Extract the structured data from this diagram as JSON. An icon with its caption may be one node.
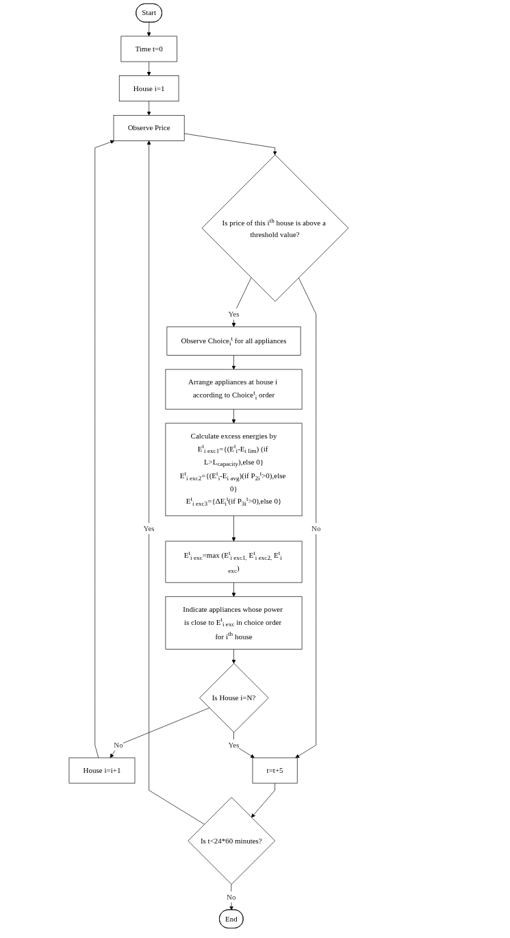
{
  "diagram": {
    "nodes": [
      {
        "text": [
          "Start"
        ]
      },
      {
        "text": [
          "Time t=0"
        ]
      },
      {
        "text": [
          "House i=1"
        ]
      },
      {
        "text": [
          "Observe Price"
        ]
      },
      {
        "text": [
          "Is price of this i$^{th}$ house is above a threshold value?"
        ]
      },
      {
        "text": [
          "Observe Choice$_{i}$$^{t}$ for all appliances"
        ]
      },
      {
        "text": [
          "Arrange appliances at house i according to Choice$^{t}$$_{i}$ order"
        ]
      },
      {
        "text": [
          "Calculate excess energies by",
          "E$^{t}$$_{i exc1}$={(E$^{t}$$_{i}$-E$_{i lim}$) (if L>L$_{capacity}$),else 0}",
          "E$^{t}$$_{i exc2}$={(E$^{t}$$_{i}$-E$_{i avg}$)(if P$_{2i}$$^{t}$>0),else 0}",
          "E$^{t}$$_{i exc3}$={ΔE$_{i}$$^{t}$(if P$_{3i}$$^{t}$>0),else 0}"
        ]
      },
      {
        "text": [
          "E$^{t}$$_{i exc}$=max (E$^{t}$$_{i exc1,}$ E$^{t}$$_{i exc2,}$ E$^{t}$$_{i exc}$)"
        ]
      },
      {
        "text": [
          "Indicate appliances whose power is close to E$^{t}$$_{i exc}$ in choice order for i$^{th}$ house"
        ]
      },
      {
        "text": [
          "Is House i=N?"
        ]
      },
      {
        "text": [
          "House i=i+1"
        ]
      },
      {
        "text": [
          "t=t+5"
        ]
      },
      {
        "text": [
          "Is t<24*60 minutes?"
        ]
      },
      {
        "text": [
          "End"
        ]
      }
    ],
    "edges": [
      {
        "from": 0,
        "to": 1,
        "arrow": "to"
      },
      {
        "from": 1,
        "to": 2,
        "arrow": "to"
      },
      {
        "from": 2,
        "to": 3,
        "arrow": "to"
      },
      {
        "from": 3,
        "to": 4,
        "arrow": "to"
      },
      {
        "from": 4,
        "to": 5,
        "arrow": "to",
        "label": "Yes"
      },
      {
        "from": 4,
        "to": 12,
        "arrow": "to",
        "label": "No"
      },
      {
        "from": 5,
        "to": 6,
        "arrow": "to"
      },
      {
        "from": 6,
        "to": 7,
        "arrow": "to"
      },
      {
        "from": 7,
        "to": 8,
        "arrow": "to"
      },
      {
        "from": 8,
        "to": 9,
        "arrow": "to"
      },
      {
        "from": 9,
        "to": 10,
        "arrow": "to"
      },
      {
        "from": 10,
        "to": 12,
        "arrow": "to",
        "label": "Yes"
      },
      {
        "from": 10,
        "to": 11,
        "arrow": "to",
        "label": "No"
      },
      {
        "from": 11,
        "to": 3,
        "arrow": "to"
      },
      {
        "from": 12,
        "to": 13,
        "arrow": "to"
      },
      {
        "from": 13,
        "to": 3,
        "arrow": "to",
        "label": "Yes"
      },
      {
        "from": 13,
        "to": 14,
        "arrow": "to",
        "label": "No"
      }
    ]
  }
}
